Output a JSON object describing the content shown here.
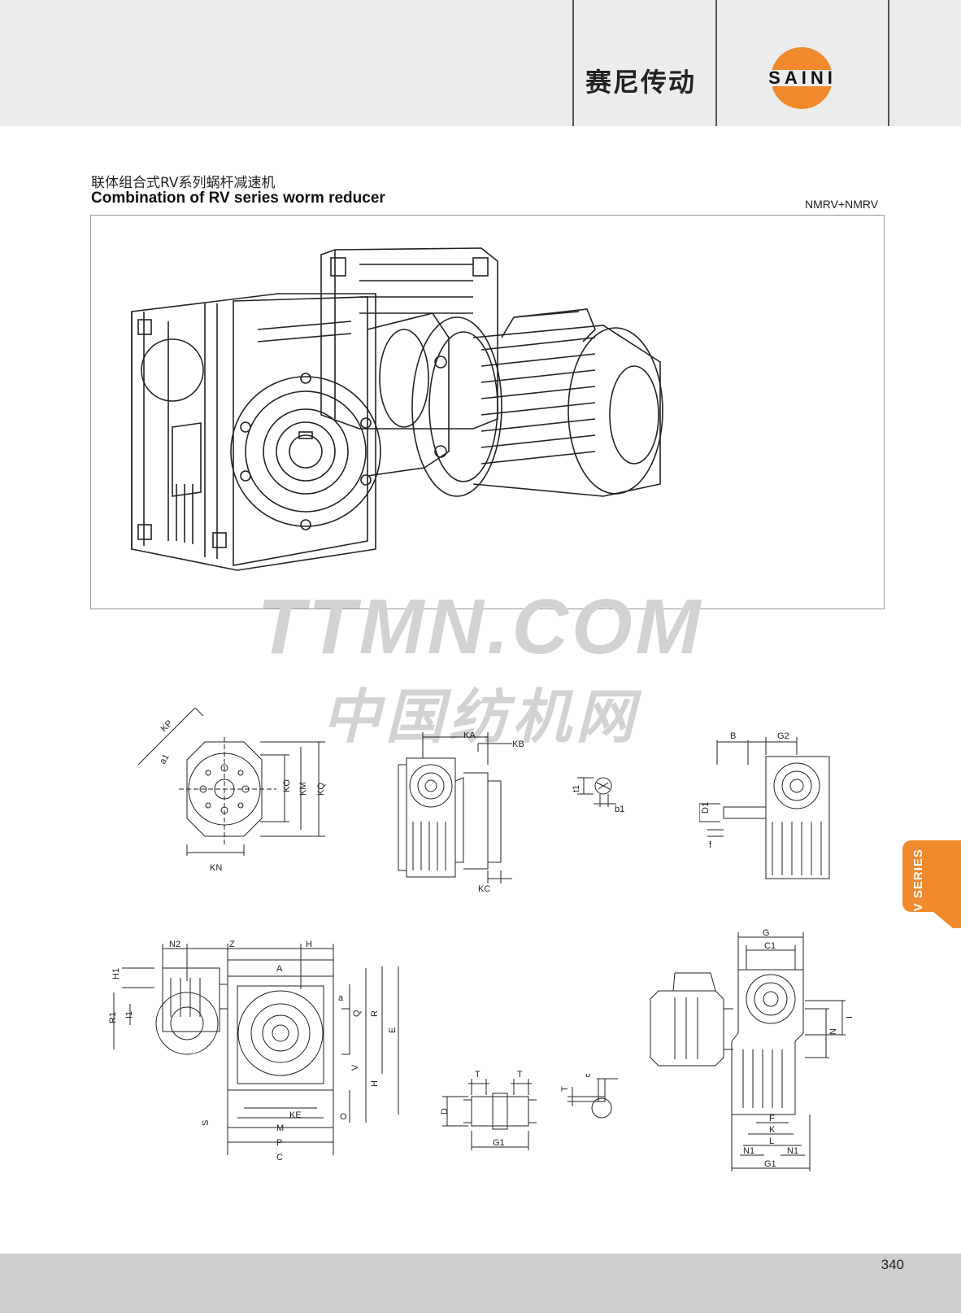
{
  "header": {
    "brand_cn": "赛尼传动",
    "logo_text": "SAINI",
    "accent_color": "#f08a2c"
  },
  "title": {
    "cn": "联体组合式RV系列蜗杆减速机",
    "en": "Combination of RV series worm reducer",
    "model": "NMRV+NMRV"
  },
  "watermark": {
    "line1": "TTMN.COM",
    "line2": "中国纺机网"
  },
  "side_tab": {
    "label": "RV SERIES"
  },
  "drawings": {
    "flange_view": {
      "labels": [
        "KP",
        "a1",
        "KO",
        "KM",
        "KQ",
        "KN"
      ]
    },
    "side_view": {
      "labels": [
        "KA",
        "KB",
        "KC"
      ]
    },
    "key_section": {
      "labels": [
        "t1",
        "b1"
      ]
    },
    "shaft_view": {
      "labels": [
        "B",
        "G2",
        "D1",
        "f"
      ]
    },
    "front_view": {
      "labels": [
        "N2",
        "Z",
        "H",
        "A",
        "H1",
        "R1",
        "I1",
        "a",
        "Q",
        "R",
        "E",
        "V",
        "H",
        "S",
        "O",
        "KE",
        "M",
        "P",
        "C"
      ]
    },
    "hollow_shaft": {
      "labels": [
        "T",
        "T",
        "D",
        "G1"
      ]
    },
    "keyway": {
      "labels": [
        "T",
        "b"
      ]
    },
    "right_view": {
      "labels": [
        "G",
        "C1",
        "I",
        "N",
        "F",
        "K",
        "L",
        "N1",
        "N1",
        "G1"
      ]
    }
  },
  "footer": {
    "page_number": "340"
  }
}
